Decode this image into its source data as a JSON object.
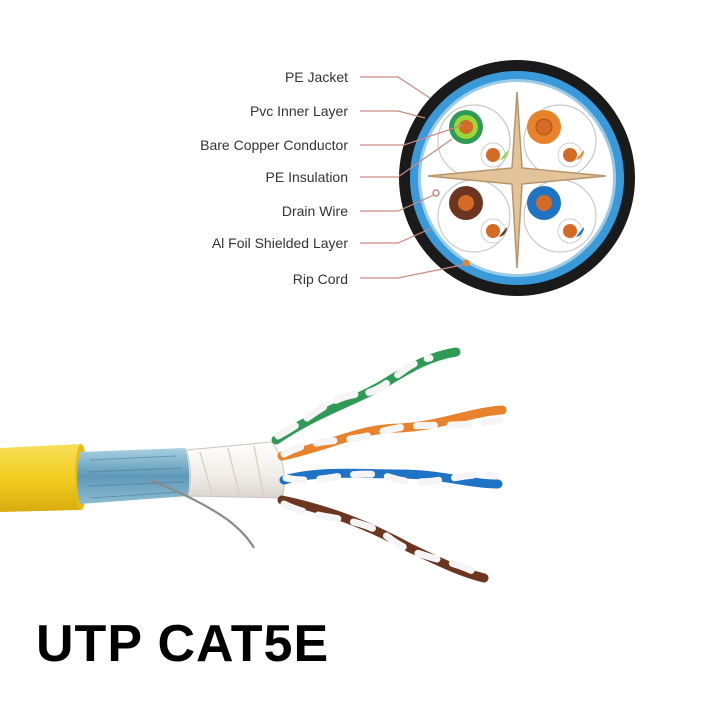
{
  "diagram": {
    "labels": [
      {
        "id": "pe-jacket",
        "text": "PE Jacket"
      },
      {
        "id": "pvc-inner-layer",
        "text": "Pvc Inner Layer"
      },
      {
        "id": "bare-copper-conductor",
        "text": "Bare Copper Conductor"
      },
      {
        "id": "pe-insulation",
        "text": "PE Insulation"
      },
      {
        "id": "drain-wire",
        "text": "Drain Wire"
      },
      {
        "id": "al-foil-shielded-layer",
        "text": "Al Foil Shielded Layer"
      },
      {
        "id": "rip-cord",
        "text": "Rip Cord"
      }
    ]
  },
  "caption": "UTP CAT5E",
  "colors": {
    "jacket": "#1a1a1a",
    "inner_layer": "#3a9ad9",
    "leader": "#c98a84",
    "cable": "#f2cd1f",
    "foil": "#7fb0c8",
    "separator": "#e2c39a",
    "green": "#2e9a55",
    "orange": "#e8822b",
    "blue": "#1f73c4",
    "brown": "#6b3520",
    "copper": "#d56a25"
  }
}
